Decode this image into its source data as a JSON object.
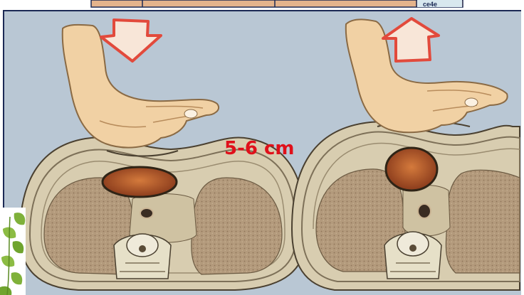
{
  "labels": {
    "distance": "5-6 cm"
  },
  "figure": {
    "panels": [
      {
        "action": "compression",
        "arrow": "down"
      },
      {
        "action": "release",
        "arrow": "up"
      }
    ]
  },
  "top_strip": {
    "partial_text": "ce4e"
  },
  "colors": {
    "background": "#b9c7d4",
    "frame_border": "#1c2a55",
    "label": "#e0101a",
    "skin": "#f1d1a4",
    "lung": "#b39a7c",
    "heart": "#b1542a",
    "arrow": "#e24a3c",
    "leaf": "#7fb13a"
  },
  "icons": [
    "down-arrow-icon",
    "up-arrow-icon",
    "leaf-logo-icon"
  ]
}
